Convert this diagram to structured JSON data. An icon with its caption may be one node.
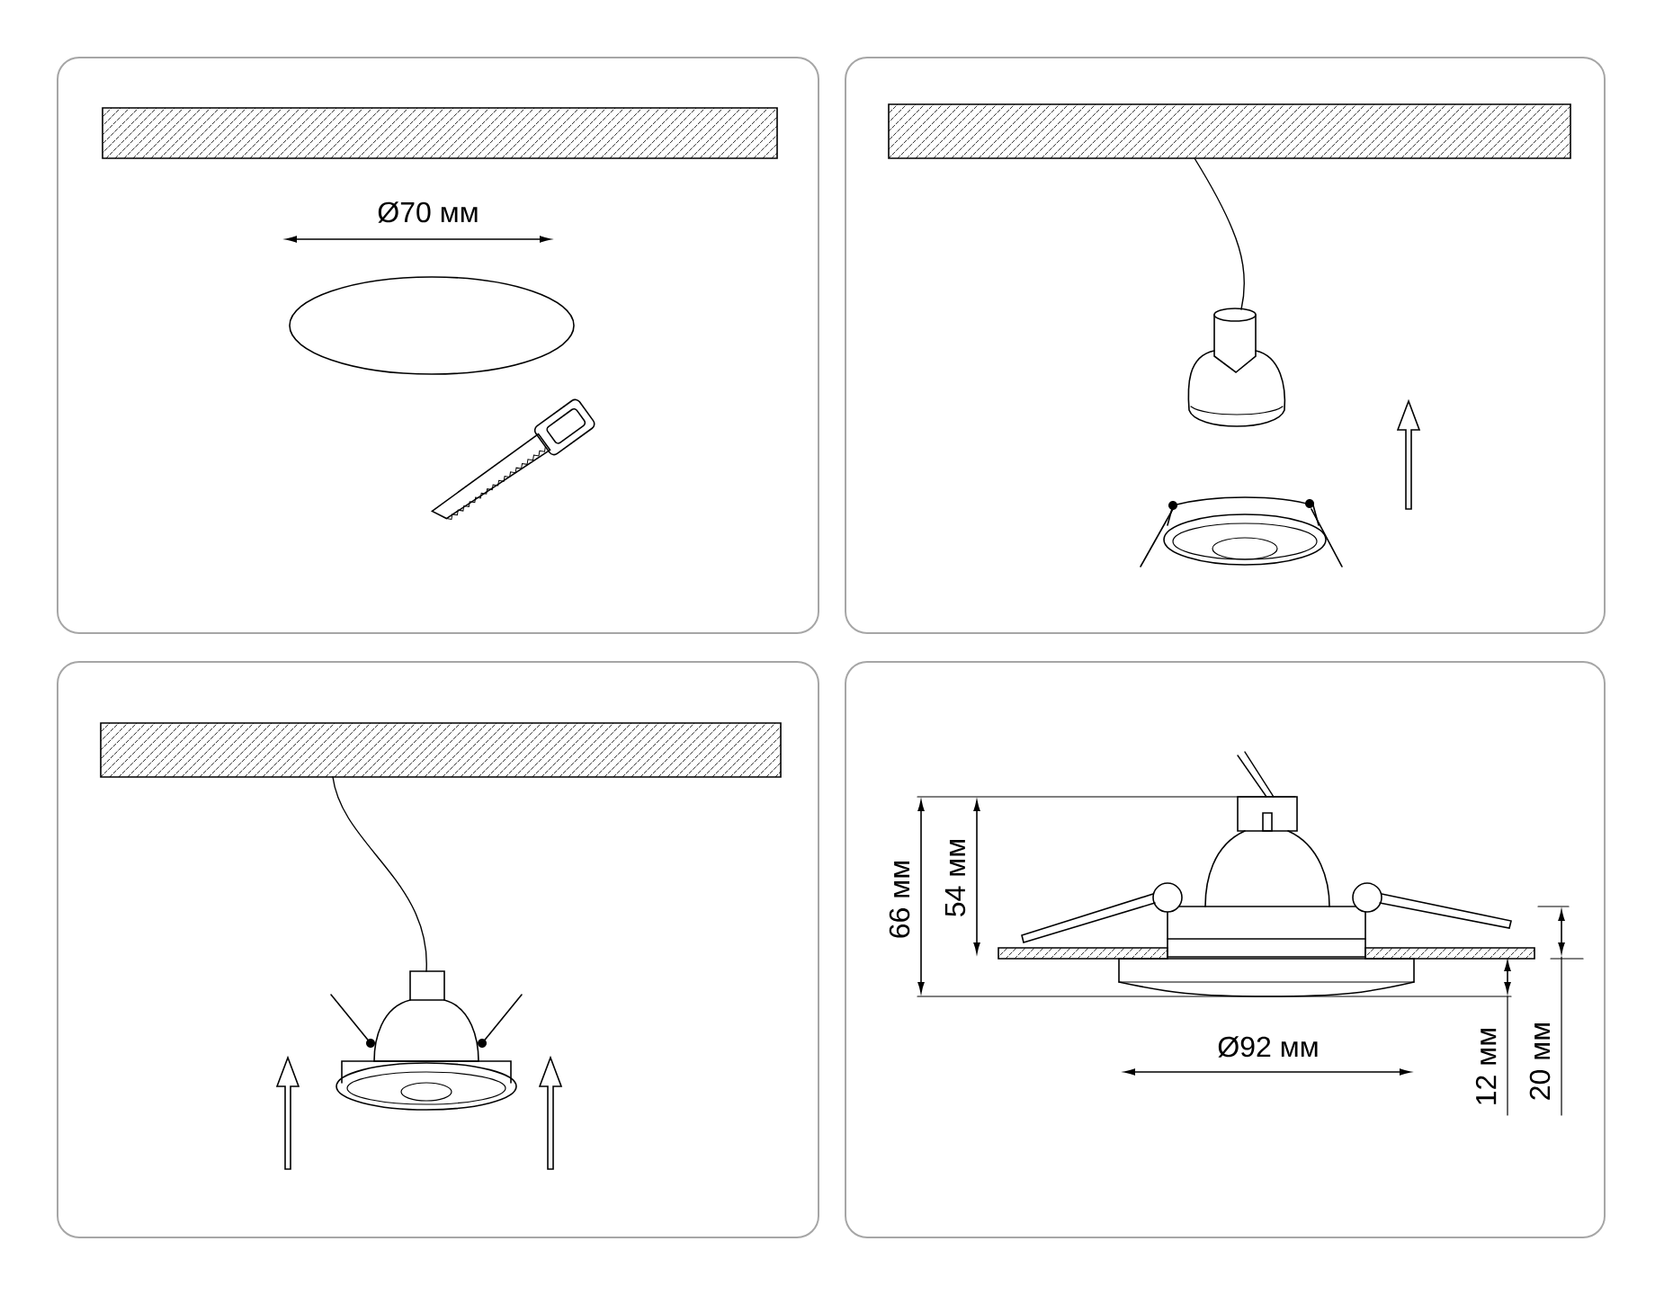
{
  "diagram": {
    "labels": [
      "Ø70 мм",
      "66 мм",
      "54 мм",
      "Ø92 мм",
      "12 мм",
      "20 мм"
    ]
  }
}
